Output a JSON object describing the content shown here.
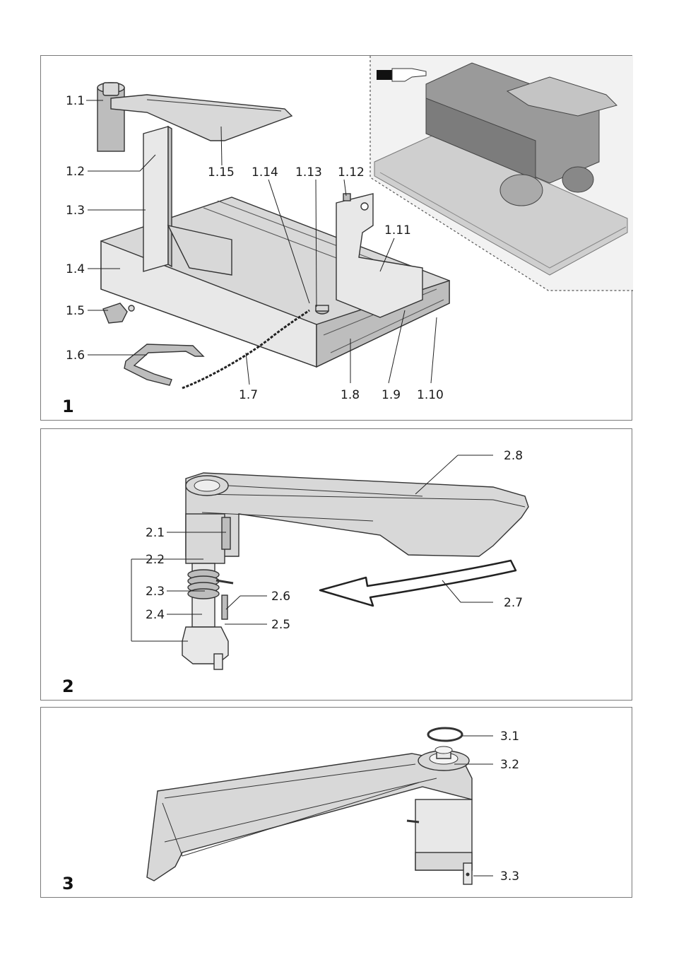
{
  "figure1": {
    "number": "1",
    "labels": [
      "1.1",
      "1.2",
      "1.3",
      "1.4",
      "1.5",
      "1.6",
      "1.7",
      "1.8",
      "1.9",
      "1.10",
      "1.11",
      "1.12",
      "1.13",
      "1.14",
      "1.15"
    ]
  },
  "figure2": {
    "number": "2",
    "labels": [
      "2.1",
      "2.2",
      "2.3",
      "2.4",
      "2.5",
      "2.6",
      "2.7",
      "2.8"
    ]
  },
  "figure3": {
    "number": "3",
    "labels": [
      "3.1",
      "3.2",
      "3.3"
    ]
  }
}
